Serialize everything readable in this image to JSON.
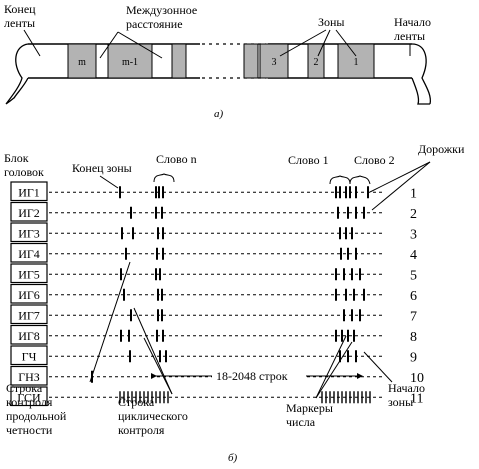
{
  "panel_a": {
    "labels": {
      "tape_end": [
        "Конец",
        "ленты"
      ],
      "inter_zone_gap": [
        "Междузонное",
        "расстояние"
      ],
      "zones": "Зоны",
      "tape_start": [
        "Начало",
        "ленты"
      ]
    },
    "blocks": [
      "m",
      "m-1",
      "3",
      "2",
      "1"
    ],
    "caption": "а)"
  },
  "panel_b": {
    "head_block_title": [
      "Блок",
      "головок"
    ],
    "zone_end": "Конец зоны",
    "word_n": "Слово n",
    "word_1": "Слово 1",
    "word_2": "Слово 2",
    "tracks_label": "Дорожки",
    "heads": [
      "ИГ1",
      "ИГ2",
      "ИГ3",
      "ИГ4",
      "ИГ5",
      "ИГ6",
      "ИГ7",
      "ИГ8",
      "ГЧ",
      "ГНЗ",
      "ГСИ"
    ],
    "track_numbers": [
      "1",
      "2",
      "3",
      "4",
      "5",
      "6",
      "7",
      "8",
      "9",
      "10",
      "11"
    ],
    "row_count": "18-2048 строк",
    "longitudinal_check": [
      "Строка",
      "контроля",
      "продольной",
      "четности"
    ],
    "cyclic_check": [
      "Строка",
      "циклического",
      "контроля"
    ],
    "number_markers": [
      "Маркеры",
      "числа"
    ],
    "zone_start": [
      "Начало",
      "зоны"
    ],
    "caption": "б)"
  },
  "colors": {
    "block_fill": "#b3b3b3",
    "ink": "#000000",
    "background": "#ffffff"
  }
}
